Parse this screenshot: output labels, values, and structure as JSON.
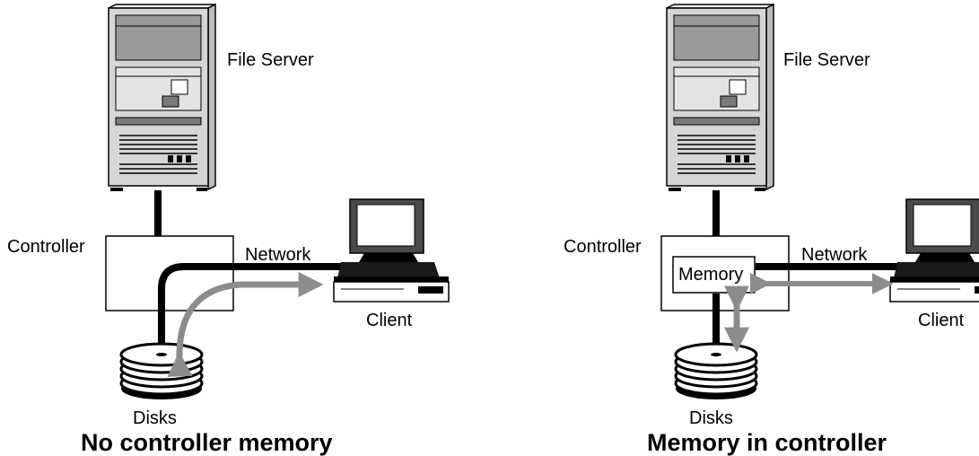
{
  "colors": {
    "line": "#000000",
    "arrow": "#8c8c8c",
    "server_body": "#d6d6d6",
    "server_panel": "#9a9a9a",
    "background": "#ffffff"
  },
  "panels": [
    {
      "caption": "No controller memory",
      "labels": {
        "file_server": "File Server",
        "controller": "Controller",
        "network": "Network",
        "client": "Client",
        "disks": "Disks"
      }
    },
    {
      "caption": "Memory in controller",
      "labels": {
        "file_server": "File Server",
        "controller": "Controller",
        "memory": "Memory",
        "network": "Network",
        "client": "Client",
        "disks": "Disks"
      }
    }
  ],
  "icons": {
    "server": "file-server-icon",
    "client": "client-computer-icon",
    "disks": "disk-stack-icon"
  }
}
